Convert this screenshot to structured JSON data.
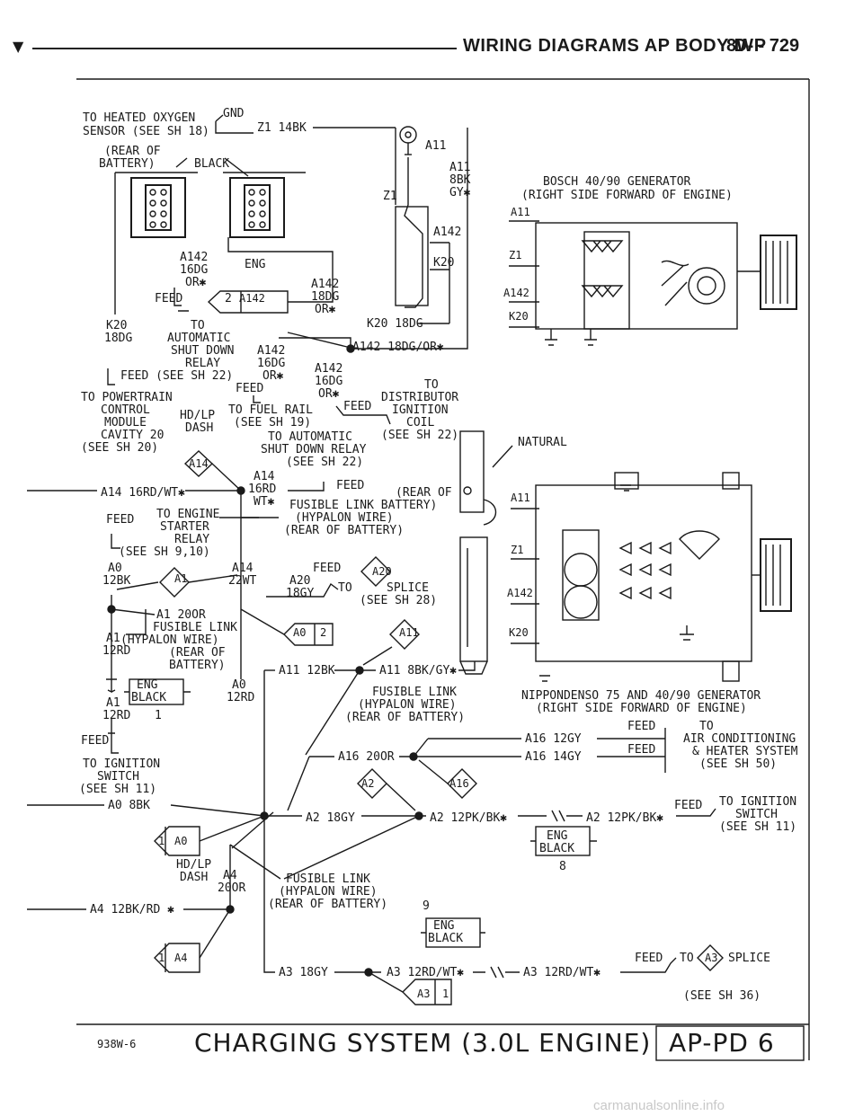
{
  "header": {
    "marker": "▼",
    "title": "WIRING DIAGRAMS AP BODY D-P",
    "page": "8W - 729"
  },
  "footer": {
    "code": "938W-6",
    "caption": "CHARGING SYSTEM (3.0L ENGINE)",
    "page_ref": "AP-PD 6"
  },
  "watermark": "carmanualsonline.info",
  "labels": {
    "heated_o2_1": "TO HEATED OXYGEN",
    "heated_o2_2": "SENSOR (SEE SH 18)",
    "gnd": "GND",
    "z1_14bk": "Z1 14BK",
    "rear_batt_1": "(REAR OF",
    "rear_batt_2": "BATTERY)",
    "black": "BLACK",
    "a11": "A11",
    "a11_8bk": "A11",
    "a11_8bk2": "8BK",
    "a11_gy": "GY✱",
    "z1": "Z1",
    "a142": "A142",
    "k20": "K20",
    "bosch_1": "BOSCH 40/90 GENERATOR",
    "bosch_2": "(RIGHT SIDE FORWARD OF ENGINE)",
    "a142_16dg_1": "A142",
    "a142_16dg_2": "16DG",
    "a142_16dg_3": "OR✱",
    "eng": "ENG",
    "a142_18dg_1": "A142",
    "a142_18dg_2": "18DG",
    "a142_18dg_3": "OR✱",
    "feed": "FEED",
    "two_a142": "2",
    "a142_diamond": "A142",
    "k20_18dg_line": "K20 18DG",
    "k20_left_1": "K20",
    "k20_left_2": "18DG",
    "asd_1": "TO",
    "asd_2": "AUTOMATIC",
    "asd_3": "SHUT DOWN",
    "asd_4": "RELAY",
    "feed_see22": "FEED (SEE SH 22)",
    "a142_dg_or": "A142 18DG/OR✱",
    "a142_m1": "A142",
    "a142_m2": "16DG",
    "a142_m3": "OR✱",
    "a142_r1": "A142",
    "a142_r2": "16DG",
    "a142_r3": "OR✱",
    "feed_m": "FEED",
    "pcm_1": "TO POWERTRAIN",
    "pcm_2": "CONTROL",
    "pcm_3": "MODULE",
    "pcm_4": "CAVITY 20",
    "pcm_5": "(SEE SH 20)",
    "hdlp_1": "HD/LP",
    "hdlp_2": "DASH",
    "fuelrail_1": "TO FUEL RAIL",
    "fuelrail_2": "(SEE SH 19)",
    "dist_1": "TO",
    "dist_2": "DISTRIBUTOR",
    "dist_3": "IGNITION",
    "dist_4": "COIL",
    "dist_5": "(SEE SH 22)",
    "feed_dist": "FEED",
    "asd2_1": "TO AUTOMATIC",
    "asd2_2": "SHUT DOWN RELAY",
    "asd2_3": "(SEE SH 22)",
    "natural": "NATURAL",
    "a14_diamond": "A14",
    "a14_wire": "A14 16RD/WT✱",
    "a14_n1": "A14",
    "a14_n2": "16RD",
    "a14_n3": "WT✱",
    "feed_a14": "FEED",
    "fl_rear_1": "(REAR OF",
    "fl_rear_2": "FUSIBLE LINK BATTERY)",
    "fl_rear_3": "(HYPALON WIRE)",
    "fl_rear_4": "(REAR OF BATTERY)",
    "starter_1": "TO ENGINE",
    "starter_2": "STARTER",
    "starter_3": "RELAY",
    "starter_4": "(SEE SH 9,10)",
    "feed_st": "FEED",
    "a0_12bk_1": "A0",
    "a0_12bk_2": "12BK",
    "a1_diamond": "A1",
    "a14_22wt_1": "A14",
    "a14_22wt_2": "22WT",
    "a20_1": "A20",
    "a20_2": "18GY",
    "feed_a20": "FEED",
    "a20_diamond": "A20",
    "splice_1": "TO",
    "splice_2": "SPLICE",
    "splice_3": "(SEE SH 28)",
    "a1_20or": "A1 20OR",
    "fl2_1": "FUSIBLE LINK",
    "fl2_2": "(HYPALON WIRE)",
    "fl2_3": "(REAR OF",
    "fl2_4": "BATTERY)",
    "a1_12rd_1": "A1",
    "a1_12rd_2": "12RD",
    "a0_2": "A0",
    "a0_2n": "2",
    "a11_diamond": "A11",
    "a11_12bk": "A11 12BK",
    "a11_8bkgy": "A11 8BK/GY✱",
    "eng_black_1": "ENG",
    "eng_black_2": "BLACK",
    "eng_black_num": "1",
    "a1b_1": "A1",
    "a1b_2": "12RD",
    "a0_12rd_1": "A0",
    "a0_12rd_2": "12RD",
    "fl3_1": "FUSIBLE LINK",
    "fl3_2": "(HYPALON WIRE)",
    "fl3_3": "(REAR OF BATTERY)",
    "nippon_1": "NIPPONDENSO 75 AND 40/90 GENERATOR",
    "nippon_2": "(RIGHT SIDE FORWARD OF ENGINE)",
    "feed_ign": "FEED",
    "ign_1": "TO IGNITION",
    "ign_2": "SWITCH",
    "ign_3": "(SEE SH 11)",
    "ac_to": "TO",
    "ac_1": "AIR CONDITIONING",
    "ac_2": "& HEATER SYSTEM",
    "ac_3": "(SEE SH 50)",
    "a16_12gy": "A16 12GY",
    "a16_14gy": "A16 14GY",
    "a16_20or": "A16 20OR",
    "feed_ac1": "FEED",
    "feed_ac2": "FEED",
    "a2_diamond": "A2",
    "a16_diamond": "A16",
    "a0_8bk": "A0 8BK",
    "a2_18gy": "A2 18GY",
    "a2_12pk": "A2 12PK/BK✱",
    "a2_12pk_b": "A2 12PK/BK✱",
    "feed_a2": "FEED",
    "ign2_1": "TO IGNITION",
    "ign2_2": "SWITCH",
    "ign2_3": "(SEE SH 11)",
    "one_a0": "1",
    "a0_diamond": "A0",
    "eng_black2_1": "ENG",
    "eng_black2_2": "BLACK",
    "eng_black2_num": "8",
    "hdlp2_1": "HD/LP",
    "hdlp2_2": "DASH",
    "a4_20or_1": "A4",
    "a4_20or_2": "20OR",
    "fl4_1": "FUSIBLE LINK",
    "fl4_2": "(HYPALON WIRE)",
    "fl4_3": "(REAR OF BATTERY)",
    "a4_12bk": "A4 12BK/RD ✱",
    "eng_black3_num": "9",
    "eng_black3_1": "ENG",
    "eng_black3_2": "BLACK",
    "one_a4": "1",
    "a4_diamond": "A4",
    "a3_18gy": "A3 18GY",
    "a3_12rd": "A3 12RD/WT✱",
    "a3_12rd_b": "A3 12RD/WT✱",
    "feed_a3": "FEED",
    "a3_to": "TO",
    "a3_diamond": "A3",
    "a3_splice": "SPLICE",
    "a3_see": "(SEE SH 36)",
    "a3_1": "A3",
    "a3_1n": "1",
    "ign_left_1": "TO IGNITION",
    "ign_left_2": "SWITCH",
    "ign_left_3": "(SEE SH 11)",
    "feed_left": "FEED",
    "nd_a11": "A11",
    "nd_z1": "Z1",
    "nd_a142": "A142",
    "nd_k20": "K20",
    "b_a11": "A11",
    "b_z1": "Z1",
    "b_a142": "A142",
    "b_k20": "K20"
  }
}
